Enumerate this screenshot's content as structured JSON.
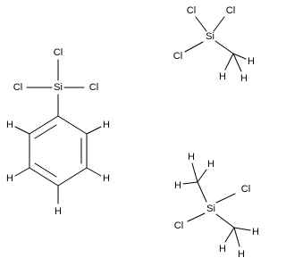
{
  "structures": [
    {
      "name": "trichlorophenylsilane",
      "labels": {
        "si": "Si",
        "cl_top": "Cl",
        "cl_left": "Cl",
        "cl_right": "Cl",
        "h_ortho_left": "H",
        "h_ortho_right": "H",
        "h_meta_left": "H",
        "h_meta_right": "H",
        "h_para": "H"
      }
    },
    {
      "name": "trichloromethylsilane",
      "labels": {
        "si": "Si",
        "cl_top_left": "Cl",
        "cl_top_right": "Cl",
        "cl_left": "Cl",
        "h_a": "H",
        "h_b": "H",
        "h_c": "H"
      }
    },
    {
      "name": "dichlorodimethylsilane",
      "labels": {
        "si": "Si",
        "cl_right": "Cl",
        "cl_left": "Cl",
        "h_top_a": "H",
        "h_top_b": "H",
        "h_top_c": "H",
        "h_bot_a": "H",
        "h_bot_b": "H",
        "h_bot_c": "H"
      }
    }
  ]
}
